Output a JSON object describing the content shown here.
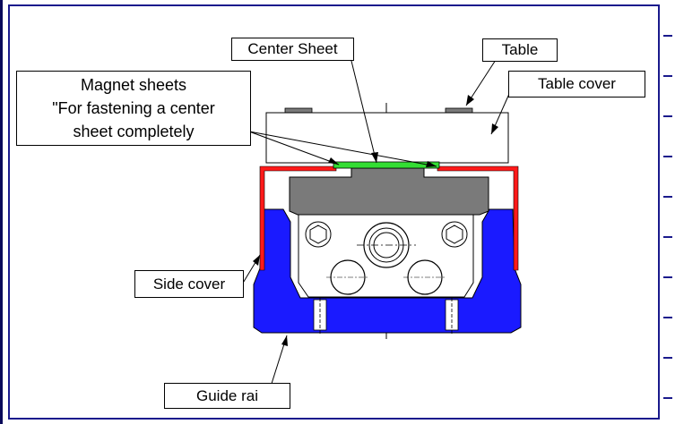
{
  "labels": {
    "center_sheet": "Center Sheet",
    "table": "Table",
    "table_cover": "Table cover",
    "magnet_sheets": "Magnet sheets\n\"For fastening a center\nsheet completely",
    "side_cover": "Side cover",
    "guide_rail": "Guide rai"
  },
  "colors": {
    "side_cover": "#ff1a1a",
    "guide_rail": "#1a1aff",
    "center_sheet": "#33dd33",
    "block": "#7a7a7a",
    "frame": "#1a1a8c"
  }
}
